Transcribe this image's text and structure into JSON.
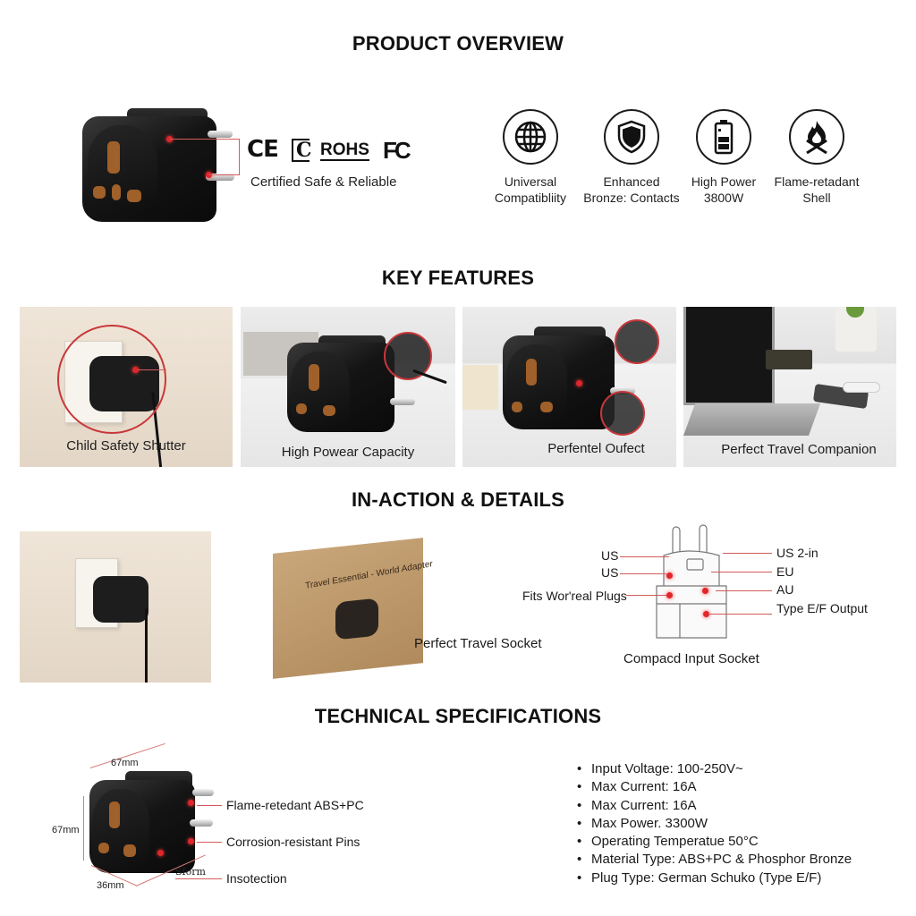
{
  "sections": {
    "overview_title": "PRODUCT OVERVIEW",
    "features_title": "KEY FEATURES",
    "action_title": "IN-ACTION & DETAILS",
    "specs_title": "TECHNICAL SPECIFICATIONS"
  },
  "overview": {
    "certifications": [
      "CE",
      "C",
      "ROHS",
      "FC"
    ],
    "certified_caption": "Certified Safe & Reliable",
    "features": [
      {
        "icon": "globe-icon",
        "line1": "Universal",
        "line2": "Compatibliity"
      },
      {
        "icon": "shield-icon",
        "line1": "Enhanced",
        "line2": "Bronze: Contacts"
      },
      {
        "icon": "battery-icon",
        "line1": "High Power",
        "line2": "3800W"
      },
      {
        "icon": "flame-icon",
        "line1": "Flame-retadant",
        "line2": "Shell"
      }
    ]
  },
  "key_features": {
    "panels": [
      {
        "caption": "Child Safety Shutter"
      },
      {
        "caption": "High Powear Capacity"
      },
      {
        "caption": "Perfentel Oufect"
      },
      {
        "caption": "Perfect Travel Companion"
      }
    ]
  },
  "in_action": {
    "box_title": "Travel Essential - World Adapter",
    "box_caption": "Perfect Travel Socket",
    "diagram": {
      "left_labels": [
        "US",
        "US",
        "Fits Wor'real Plugs"
      ],
      "right_labels": [
        "US 2-in",
        "EU",
        "AU",
        "Type E/F Output"
      ],
      "caption": "Compacd Input Socket"
    }
  },
  "specs": {
    "dimensions": {
      "width": "67mm",
      "height": "67mm",
      "depth": "36mm",
      "inner": "Sform"
    },
    "callouts": [
      "Flame-retedant ABS+PC",
      "Corrosion-resistant Pins",
      "Insotection"
    ],
    "list": [
      "Input Voltage: 100-250V~",
      "Max Current: 16A",
      "Max Current: 16A",
      "Max Power. 3300W",
      "Operating Temperatue 50°C",
      "Material Type: ABS+PC & Phosphor Bronze",
      "Plug Type: German Schuko (Type E/F)"
    ]
  },
  "colors": {
    "accent_red": "#d0262b",
    "text": "#1a1a1a",
    "wall": "#e9ddce",
    "cardboard": "#c09a6b"
  }
}
